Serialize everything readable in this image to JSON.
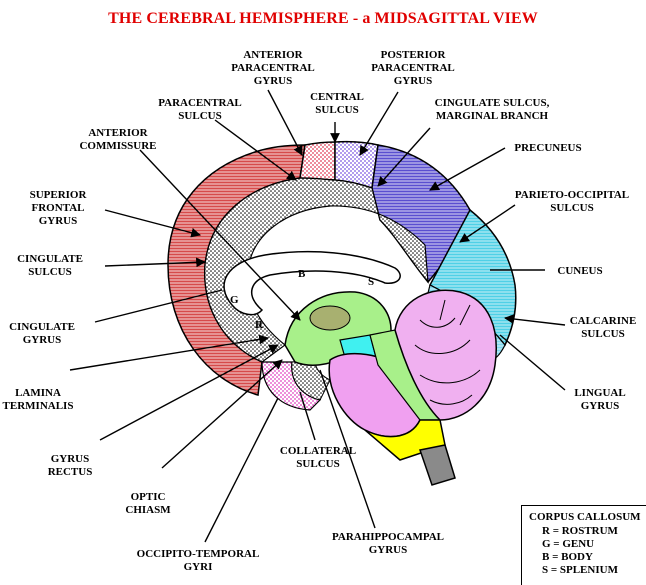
{
  "title": "THE CEREBRAL HEMISPHERE - a MIDSAGITTAL VIEW",
  "colors": {
    "title": "#e00000",
    "frontal_red": "#d96a6a",
    "paracentral_ant": "#e06b7a",
    "paracentral_post": "#9b7fe3",
    "precuneus": "#6a5fd8",
    "cuneus": "#4fd0e6",
    "lingual": "#8fe0f0",
    "cingulate": "#bfbfbf",
    "occipito_temporal": "#f08ad8",
    "brainstem_green": "#a8f08a",
    "pons_pink": "#f0a0f0",
    "medulla_yellow": "#ffff00",
    "cerebellum": "#f0b0f0",
    "thalamus": "#a8b070",
    "cyan_midbrain": "#40f0f0"
  },
  "labels": {
    "anterior_paracentral": [
      "ANTERIOR",
      "PARACENTRAL",
      "GYRUS"
    ],
    "posterior_paracentral": [
      "POSTERIOR",
      "PARACENTRAL",
      "GYRUS"
    ],
    "central_sulcus": [
      "CENTRAL",
      "SULCUS"
    ],
    "paracentral_sulcus": [
      "PARACENTRAL",
      "SULCUS"
    ],
    "cingulate_marginal": [
      "CINGULATE SULCUS,",
      "MARGINAL BRANCH"
    ],
    "anterior_commissure": [
      "ANTERIOR",
      "COMMISSURE"
    ],
    "precuneus": [
      "PRECUNEUS"
    ],
    "parieto_occipital": [
      "PARIETO-OCCIPITAL",
      "SULCUS"
    ],
    "superior_frontal": [
      "SUPERIOR",
      "FRONTAL",
      "GYRUS"
    ],
    "cingulate_sulcus": [
      "CINGULATE",
      "SULCUS"
    ],
    "cuneus": [
      "CUNEUS"
    ],
    "cingulate_gyrus": [
      "CINGULATE",
      "GYRUS"
    ],
    "calcarine": [
      "CALCARINE",
      "SULCUS"
    ],
    "lamina_terminalis": [
      "LAMINA",
      "TERMINALIS"
    ],
    "lingual": [
      "LINGUAL",
      "GYRUS"
    ],
    "gyrus_rectus": [
      "GYRUS",
      "RECTUS"
    ],
    "collateral_sulcus": [
      "COLLATERAL",
      "SULCUS"
    ],
    "optic_chiasm": [
      "OPTIC",
      "CHIASM"
    ],
    "parahippocampal": [
      "PARAHIPPOCAMPAL",
      "GYRUS"
    ],
    "occipito_temporal": [
      "OCCIPITO-TEMPORAL",
      "GYRI"
    ]
  },
  "inner_letters": {
    "b": "B",
    "s": "S",
    "g": "G",
    "r": "R"
  },
  "corpus_callosum": {
    "title": "CORPUS CALLOSUM",
    "rows": [
      "R = ROSTRUM",
      "G = GENU",
      "B = BODY",
      "S = SPLENIUM"
    ]
  }
}
